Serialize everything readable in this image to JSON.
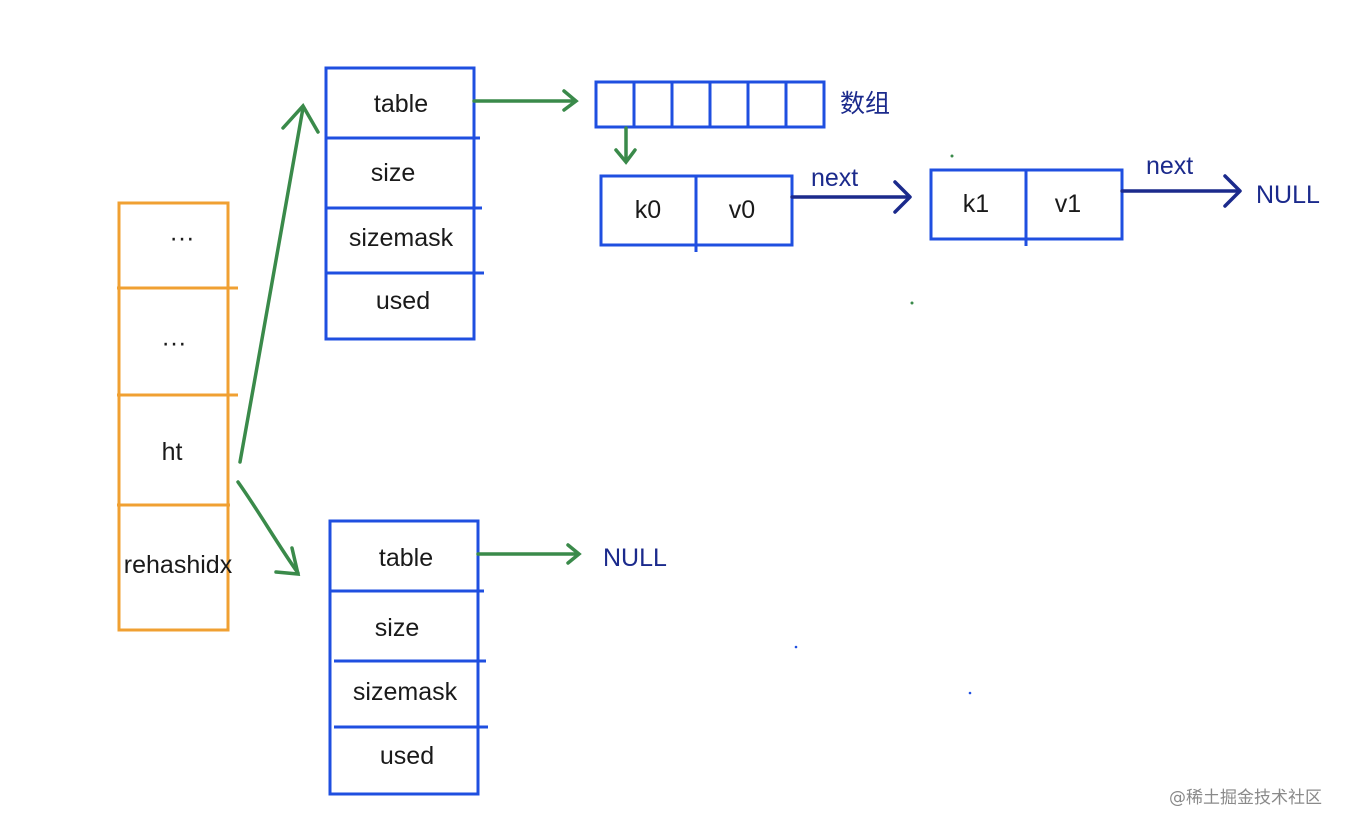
{
  "colors": {
    "orange": "#f0a032",
    "blue_box": "#1f4fe0",
    "green_arrow": "#3a8a4a",
    "navy_arrow": "#1b2a8c",
    "text": "#1a1a1a"
  },
  "dict_struct": {
    "cells": [
      "···",
      "···",
      "ht",
      "rehashidx"
    ]
  },
  "ht0": {
    "fields": [
      "table",
      "size",
      "sizemask",
      "used"
    ]
  },
  "ht1": {
    "fields": [
      "table",
      "size",
      "sizemask",
      "used"
    ],
    "table_target": "NULL"
  },
  "array": {
    "label": "数组",
    "slot_count": 6
  },
  "entry0": {
    "key": "k0",
    "value": "v0",
    "next_label": "next"
  },
  "entry1": {
    "key": "k1",
    "value": "v1",
    "next_label": "next",
    "next_target": "NULL"
  },
  "watermark": "@稀土掘金技术社区"
}
